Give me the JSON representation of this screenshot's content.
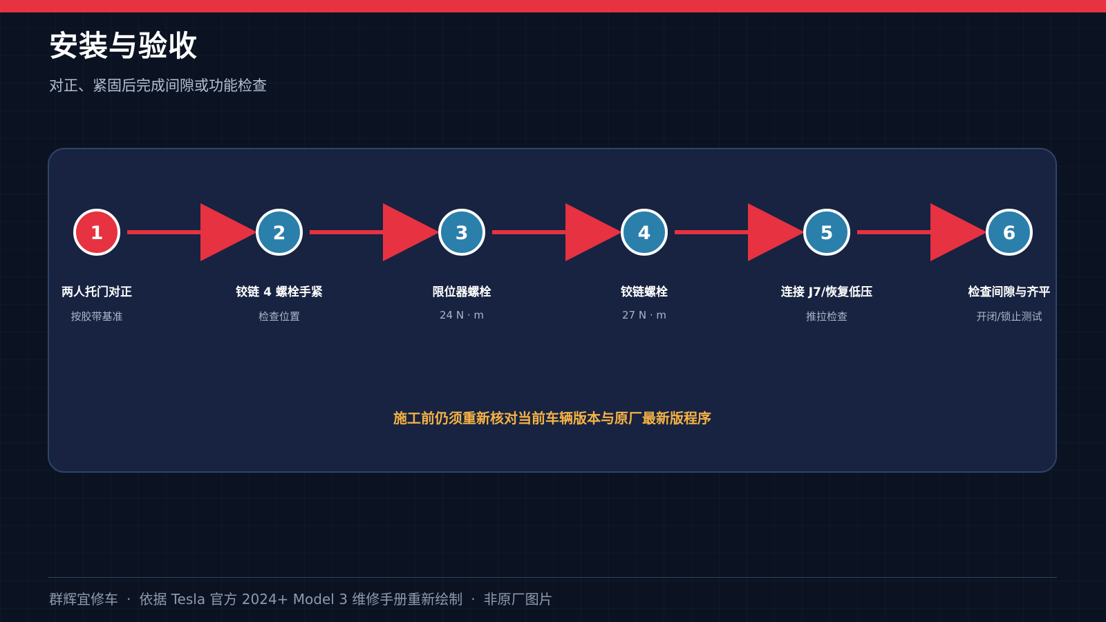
{
  "header": {
    "title": "安装与验收",
    "subtitle": "对正、紧固后完成间隙或功能检查"
  },
  "colors": {
    "accent": "#e63241",
    "step_active": "#e63241",
    "step_default": "#2b7fab",
    "note": "#f5b246"
  },
  "steps": [
    {
      "number": "1",
      "label": "两人托门对正",
      "detail": "按胶带基准",
      "active": true
    },
    {
      "number": "2",
      "label": "铰链 4 螺栓手紧",
      "detail": "检查位置",
      "active": false
    },
    {
      "number": "3",
      "label": "限位器螺栓",
      "detail": "24 N · m",
      "active": false
    },
    {
      "number": "4",
      "label": "铰链螺栓",
      "detail": "27 N · m",
      "active": false
    },
    {
      "number": "5",
      "label": "连接 J7/恢复低压",
      "detail": "推拉检查",
      "active": false
    },
    {
      "number": "6",
      "label": "检查间隙与齐平",
      "detail": "开闭/锁止测试",
      "active": false
    }
  ],
  "note": "施工前仍须重新核对当前车辆版本与原厂最新版程序",
  "footer": {
    "brand": "群辉宜修车",
    "source": "依据 Tesla 官方 2024+ Model 3 维修手册重新绘制",
    "disclaimer": "非原厂图片",
    "separator": "·"
  }
}
